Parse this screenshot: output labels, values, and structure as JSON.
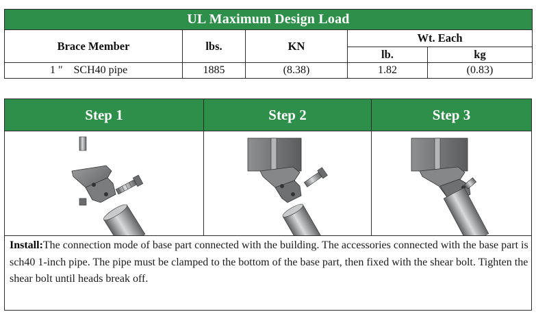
{
  "load_table": {
    "title": "UL Maximum Design Load",
    "headers": {
      "brace_member": "Brace Member",
      "lbs": "lbs.",
      "kn": "KN",
      "wt_each": "Wt. Each",
      "lb": "lb.",
      "kg": "kg"
    },
    "rows": [
      {
        "member": "1 \"    SCH40 pipe",
        "lbs": "1885",
        "kn": "(8.38)",
        "lb": "1.82",
        "kg": "(0.83)"
      }
    ]
  },
  "steps": {
    "labels": [
      "Step 1",
      "Step 2",
      "Step 3"
    ]
  },
  "install": {
    "label": "Install:",
    "text": "The connection mode of base part connected with the building. The accessories connected with the base part is sch40 1-inch pipe. The pipe must be clamped to the bottom of the base part, then fixed with the shear bolt. Tighten the shear bolt until heads break off."
  },
  "colors": {
    "header_green": "#2e8f4a",
    "border": "#2b2b2b",
    "metal": "#8a8c8e"
  }
}
